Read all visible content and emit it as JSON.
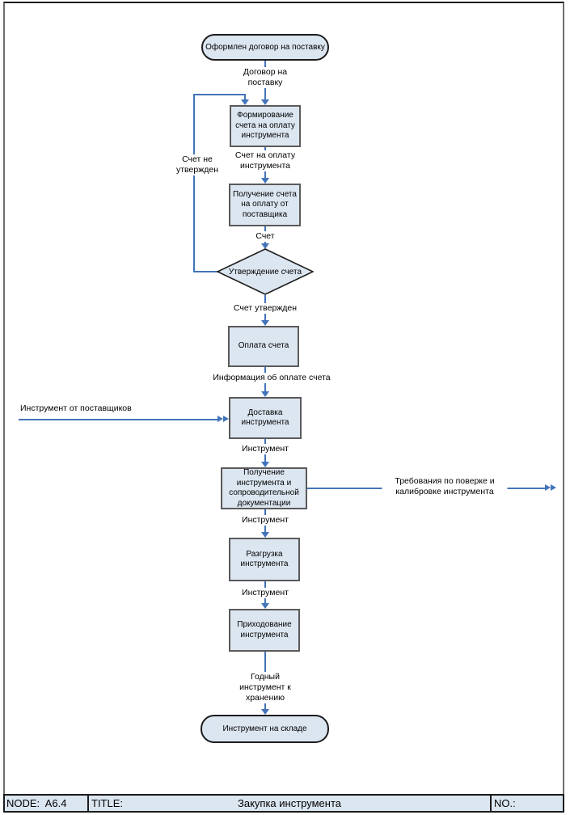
{
  "colors": {
    "shape_fill": "#dce6f1",
    "process_border": "#5a5a5a",
    "terminator_border": "#1c1c1c",
    "arrow_blue": "#4374b9",
    "footer_fill": "#dce6f1"
  },
  "flow": {
    "start": "Оформлен договор на поставку",
    "end": "Инструмент на складе",
    "decision": "Утверждение счета",
    "processes": [
      "Формирование\nсчета на оплату\nинструмента",
      "Получение счета\nна оплату от\nпоставщика",
      "Оплата счета",
      "Доставка\nинструмента",
      "Получение\nинструмента и\nсопроводительной\nдокументации",
      "Разгрузка\nинструмента",
      "Приходование\nинструмента"
    ],
    "labels": {
      "contract": "Договор на\nпоставку",
      "invoice_request": "Счет на оплату\nинструмента",
      "invoice": "Счет",
      "not_approved": "Счет не\nутвержден",
      "approved": "Счет утвержден",
      "payment_info": "Информация об оплате счета",
      "tool_from_suppliers": "Инструмент от поставщиков",
      "tool_a": "Инструмент",
      "tool_b": "Инструмент",
      "tool_c": "Инструмент",
      "verification": "Требования по поверке и калибровке инструмента",
      "good_tool": "Годный\nинструмент к\nхранению"
    }
  },
  "footer": {
    "node": "NODE:  A6.4",
    "title_label": "TITLE:",
    "title": "Закупка инструмента",
    "no": "NO.:"
  }
}
